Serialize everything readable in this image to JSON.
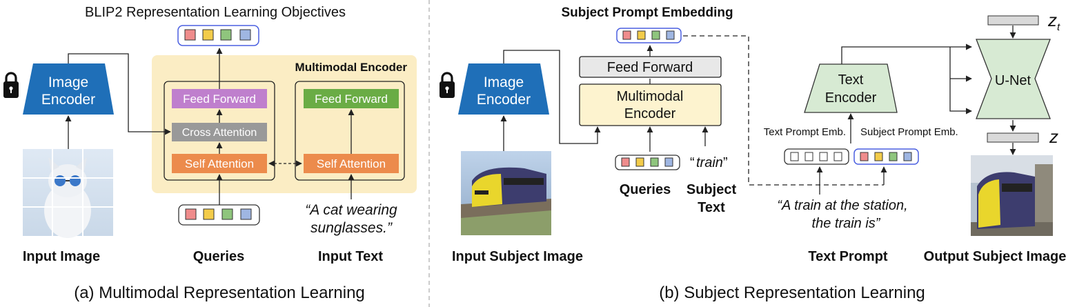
{
  "colors": {
    "encoder_blue": "#1f6fb8",
    "mm_bg": "#fbedc4",
    "purple": "#bf7fcd",
    "gray_box": "#999999",
    "orange": "#ec8b4c",
    "green": "#6aac45",
    "light_gray": "#e8e8e8",
    "light_yellow": "#fdf3cf",
    "light_green": "#d7ead3",
    "token_red": "#ef8c8c",
    "token_yellow": "#f3cc4a",
    "token_green": "#8fc57d",
    "token_blue": "#9fb6e2",
    "query_outline_blue": "#4a5fe0"
  },
  "left_panel": {
    "title": "BLIP2 Representation Learning Objectives",
    "image_encoder": "Image\nEncoder",
    "multimodal_encoder": "Multimodal Encoder",
    "feed_forward_1": "Feed Forward",
    "cross_attention": "Cross Attention",
    "self_attention_1": "Self Attention",
    "feed_forward_2": "Feed Forward",
    "self_attention_2": "Self Attention",
    "input_text_quote": "“A cat wearing\nsunglasses.”",
    "label_input_image": "Input Image",
    "label_queries": "Queries",
    "label_input_text": "Input Text",
    "caption": "(a) Multimodal Representation Learning",
    "lock_icon": "lock-icon",
    "input_image_icon": "cat-with-sunglasses-image"
  },
  "right_panel": {
    "title": "Subject Prompt Embedding",
    "image_encoder": "Image\nEncoder",
    "feed_forward": "Feed Forward",
    "multimodal_encoder": "Multimodal\nEncoder",
    "train_word": "train",
    "label_queries": "Queries",
    "label_subject_text": "Subject\nText",
    "text_encoder": "Text\nEncoder",
    "unet": "U-Net",
    "zt": "z",
    "zt_sub": "t",
    "z": "z",
    "text_prompt_emb": "Text Prompt Emb.",
    "subject_prompt_emb": "Subject Prompt Emb.",
    "prompt_quote": "“A train at the station,\nthe train is”",
    "label_input_subject_image": "Input Subject Image",
    "label_text_prompt": "Text Prompt",
    "label_output_subject_image": "Output Subject Image",
    "caption": "(b) Subject Representation Learning",
    "lock_icon": "lock-icon",
    "input_image_icon": "train-image",
    "output_image_icon": "train-at-station-image"
  }
}
